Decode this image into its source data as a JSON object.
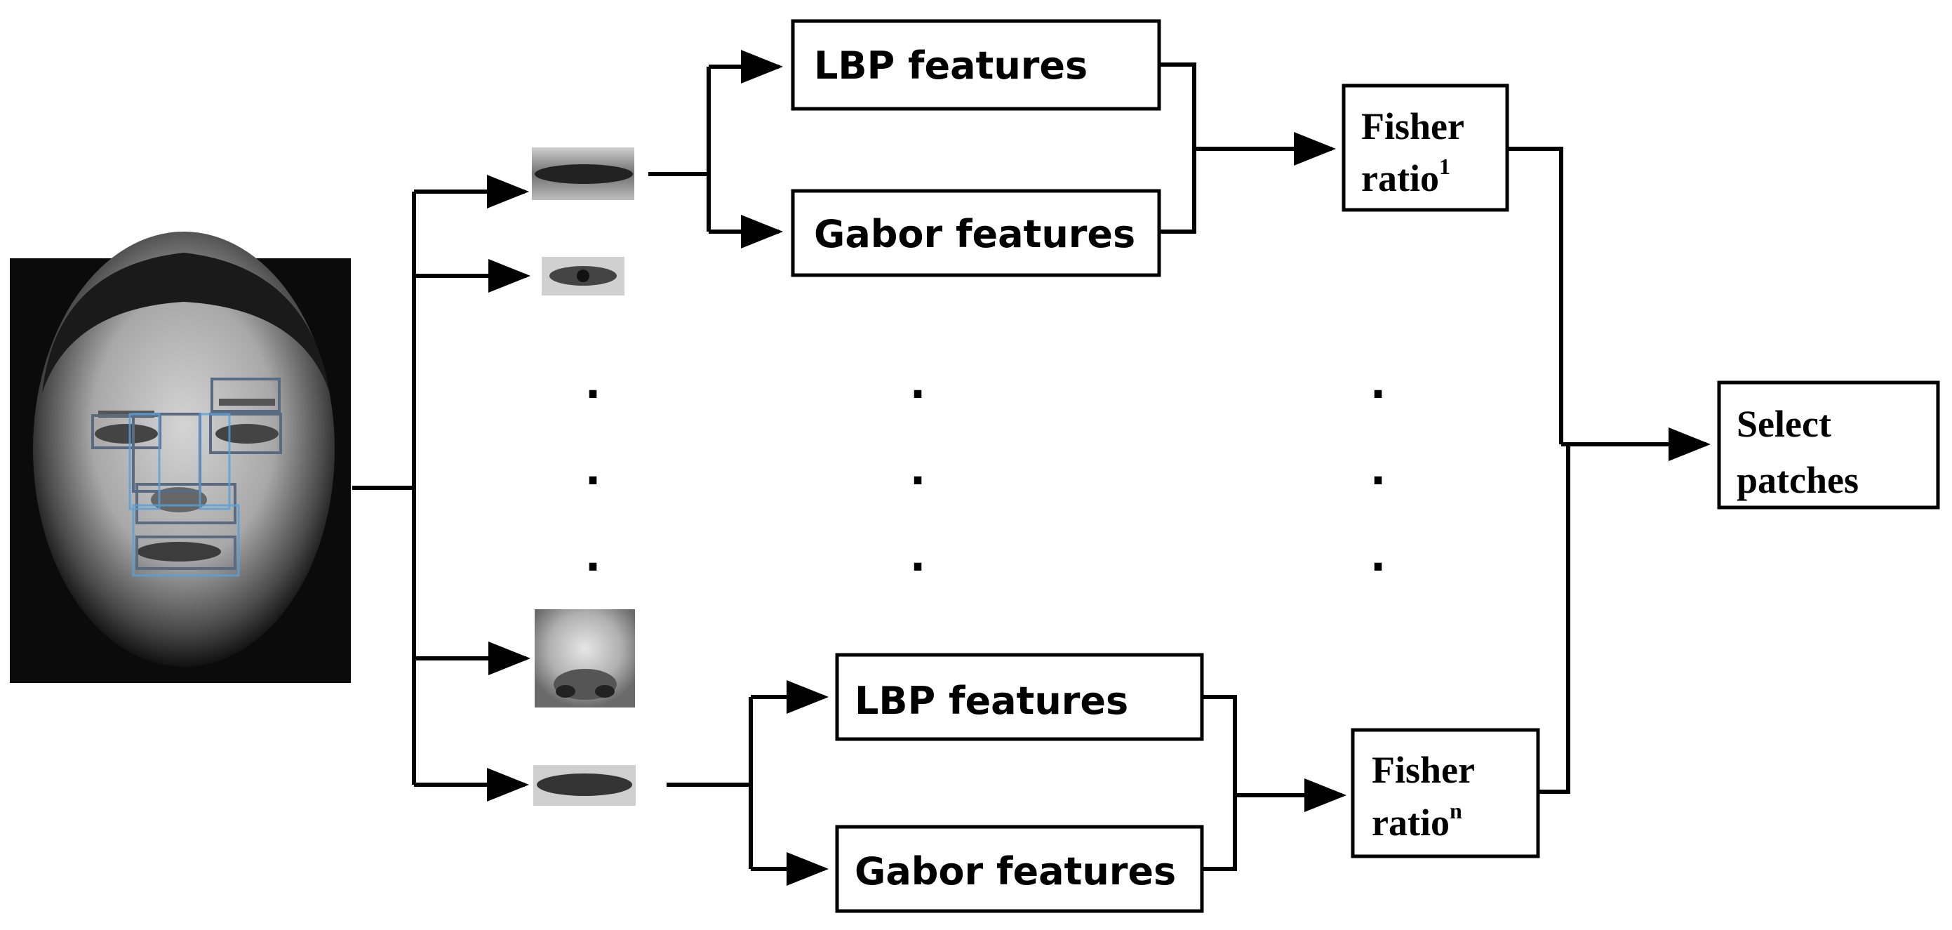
{
  "top_branch": {
    "lbp_label": "LBP features",
    "gabor_label": "Gabor features",
    "fisher_line1": "Fisher",
    "fisher_line2": "ratio",
    "fisher_sup": "1"
  },
  "bottom_branch": {
    "lbp_label": "LBP features",
    "gabor_label": "Gabor features",
    "fisher_line1": "Fisher",
    "fisher_line2": "ratio",
    "fisher_sup": "n"
  },
  "output": {
    "line1": "Select",
    "line2": "patches"
  },
  "ellipsis_dot": "·"
}
